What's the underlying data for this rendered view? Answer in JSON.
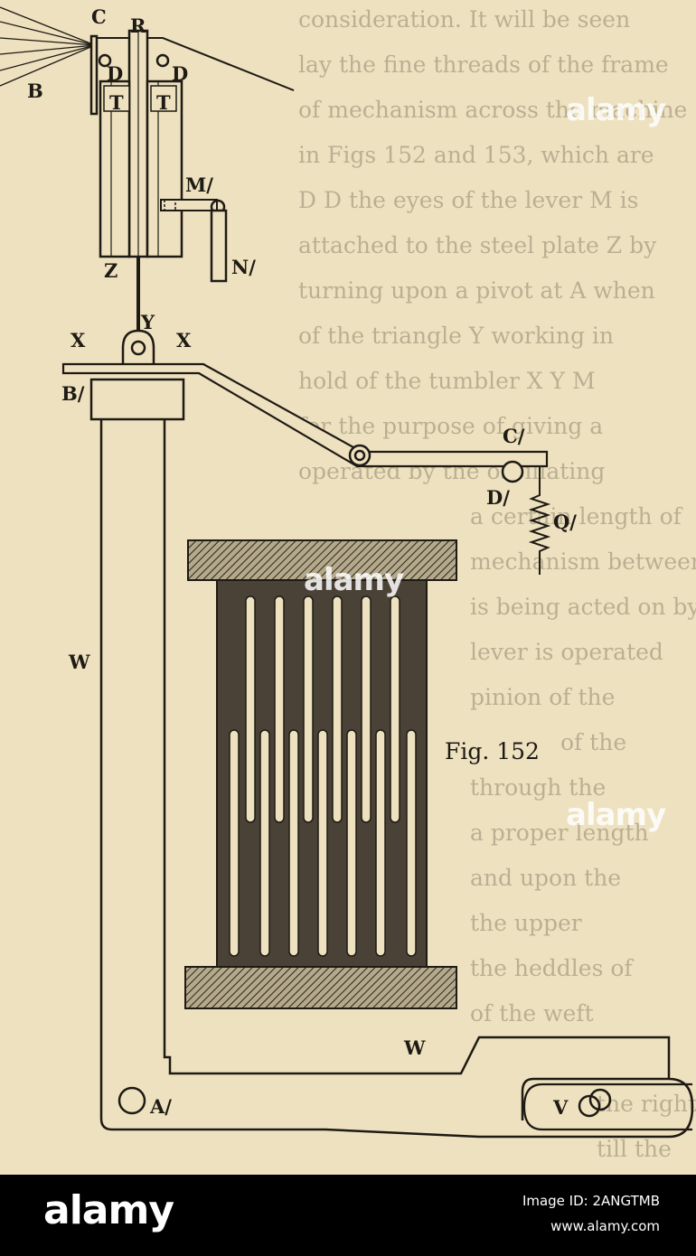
{
  "figure": {
    "caption": "Fig. 152",
    "labels": {
      "C": "C",
      "R": "R",
      "B": "B",
      "D_left": "D",
      "D_right": "D",
      "T_left": "T",
      "T_right": "T",
      "M": "M/",
      "N": "N/",
      "Z": "Z",
      "Y": "Y",
      "X_left": "X",
      "X_right": "X",
      "B_prime": "B/",
      "C_prime": "C/",
      "D_prime": "D/",
      "Q": "Q/",
      "W_upper": "W",
      "W_lower": "W",
      "A": "A/",
      "V": "V"
    }
  },
  "watermark": {
    "text": "alamy"
  },
  "footer": {
    "logo": "alamy",
    "image_id": "Image ID: 2ANGTMB",
    "url": "www.alamy.com"
  },
  "colors": {
    "paper": "#eee1bf",
    "ink": "#1e1a14",
    "footer": "#000000"
  }
}
